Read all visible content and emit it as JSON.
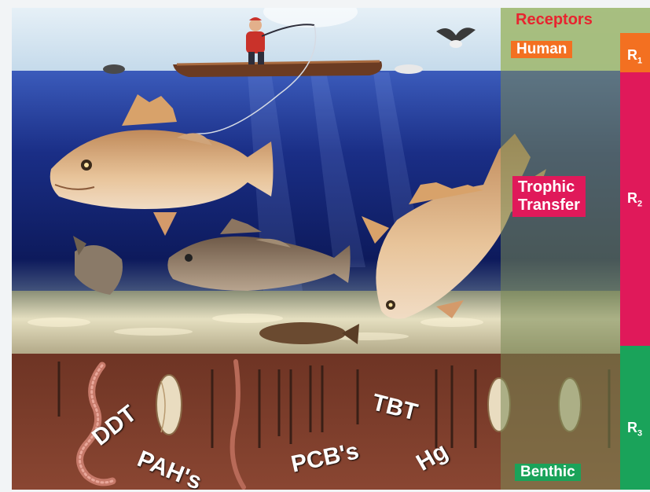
{
  "panel": {
    "title": "Receptors",
    "human_label": "Human",
    "trophic_label_line1": "Trophic",
    "trophic_label_line2": "Transfer",
    "benthic_label": "Benthic",
    "r1_main": "R",
    "r1_sub": "1",
    "r2_main": "R",
    "r2_sub": "2",
    "r3_main": "R",
    "r3_sub": "3"
  },
  "contaminants": {
    "ddt": "DDT",
    "pahs": "PAH's",
    "pcbs": "PCB's",
    "tbt": "TBT",
    "hg": "Hg"
  },
  "colors": {
    "human": "#f37021",
    "trophic": "#e0195a",
    "benthic": "#1aa35a",
    "receptors_title": "#e8242f",
    "water_top": "#2c49a8",
    "water_deep": "#0e1a5a",
    "sediment": "#7a3a28",
    "sky": "#cfe3f0"
  },
  "icons": {
    "fisherman": "fisherman-icon",
    "boat": "boat-icon",
    "bird": "bird-icon",
    "fish": "fish-icon",
    "worm": "worm-icon",
    "clam": "clam-icon",
    "flounder": "flounder-icon"
  }
}
